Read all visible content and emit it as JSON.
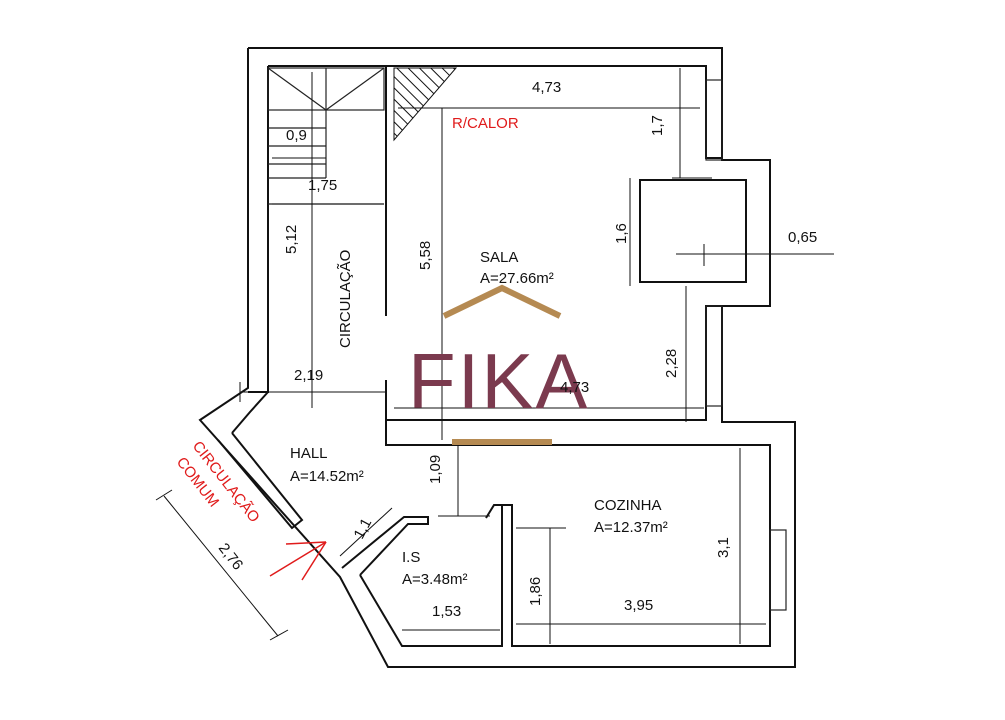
{
  "rooms": {
    "sala": {
      "name": "SALA",
      "area": "A=27.66m²"
    },
    "hall": {
      "name": "HALL",
      "area": "A=14.52m²"
    },
    "cozinha": {
      "name": "COZINHA",
      "area": "A=12.37m²"
    },
    "is": {
      "name": "I.S",
      "area": "A=3.48m²"
    },
    "circulacao": {
      "name": "CIRCULAÇÃO"
    }
  },
  "labels": {
    "r_calor": "R/CALOR",
    "circulacao_comum_1": "CIRCULAÇÃO",
    "circulacao_comum_2": "COMUM"
  },
  "dimensions": {
    "top_width": "4,73",
    "window_top": "1,7",
    "stair_tread": "0,9",
    "stair_width": "1,75",
    "circ_length": "5,12",
    "sala_length": "5,58",
    "chimney_height": "1,6",
    "chimney_depth": "0,65",
    "lower_right": "2,28",
    "mid_width": "4,73",
    "circ_width": "2,19",
    "hall_gap": "1,09",
    "door_width": "1,1",
    "entrance_width": "2,76",
    "cozinha_height": "3,1",
    "cozinha_left": "1,86",
    "cozinha_width": "3,95",
    "is_width": "1,53"
  },
  "logo": {
    "text": "FIKA",
    "colors": {
      "text": "#7b3a4e",
      "roof": "#b58a52"
    }
  },
  "colors": {
    "annotation_red": "#e01b1b",
    "walls": "#111111"
  }
}
